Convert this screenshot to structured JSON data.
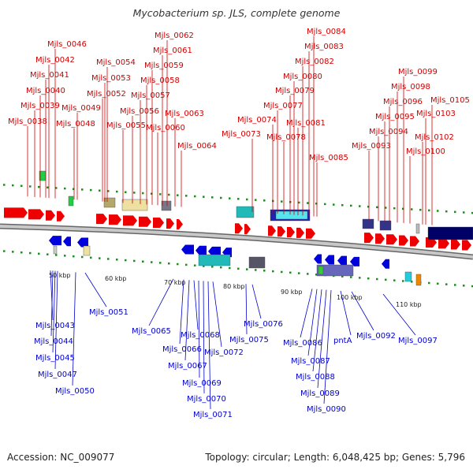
{
  "title": "Mycobacterium sp. JLS, complete genome",
  "footer": {
    "accession": "Accession: NC_009077",
    "summary": "Topology: circular; Length: 6,048,425 bp; Genes: 5,796"
  },
  "colors": {
    "forward_gene": "#ee0000",
    "reverse_gene": "#0000dd",
    "top_label": "#d00000",
    "bottom_label": "#0000cc",
    "track_dots": "#1a8f1a",
    "backbone": "#9a9a9a"
  },
  "ticks": [
    "50 kbp",
    "60 kbp",
    "70 kbp",
    "80 kbp",
    "90 kbp",
    "100 kbp",
    "110 kbp"
  ],
  "top_labels": [
    "Mjls_0038",
    "Mjls_0039",
    "Mjls_0040",
    "Mjls_0041",
    "Mjls_0042",
    "Mjls_0046",
    "Mjls_0048",
    "Mjls_0049",
    "Mjls_0052",
    "Mjls_0053",
    "Mjls_0054",
    "Mjls_0055",
    "Mjls_0056",
    "Mjls_0057",
    "Mjls_0058",
    "Mjls_0059",
    "Mjls_0060",
    "Mjls_0061",
    "Mjls_0062",
    "Mjls_0063",
    "Mjls_0064",
    "Mjls_0073",
    "Mjls_0074",
    "Mjls_0077",
    "Mjls_0078",
    "Mjls_0079",
    "Mjls_0080",
    "Mjls_0081",
    "Mjls_0082",
    "Mjls_0083",
    "Mjls_0084",
    "Mjls_0085",
    "Mjls_0093",
    "Mjls_0094",
    "Mjls_0095",
    "Mjls_0096",
    "Mjls_0098",
    "Mjls_0099",
    "Mjls_0100",
    "Mjls_0102",
    "Mjls_0103",
    "Mjls_0105"
  ],
  "bottom_labels": [
    "Mjls_0043",
    "Mjls_0044",
    "Mjls_0045",
    "Mjls_0047",
    "Mjls_0050",
    "Mjls_0051",
    "Mjls_0065",
    "Mjls_0066",
    "Mjls_0067",
    "Mjls_0068",
    "Mjls_0069",
    "Mjls_0070",
    "Mjls_0071",
    "Mjls_0072",
    "Mjls_0075",
    "Mjls_0076",
    "Mjls_0086",
    "Mjls_0087",
    "Mjls_0088",
    "Mjls_0089",
    "Mjls_0090",
    "pntA",
    "Mjls_0092",
    "Mjls_0097"
  ]
}
